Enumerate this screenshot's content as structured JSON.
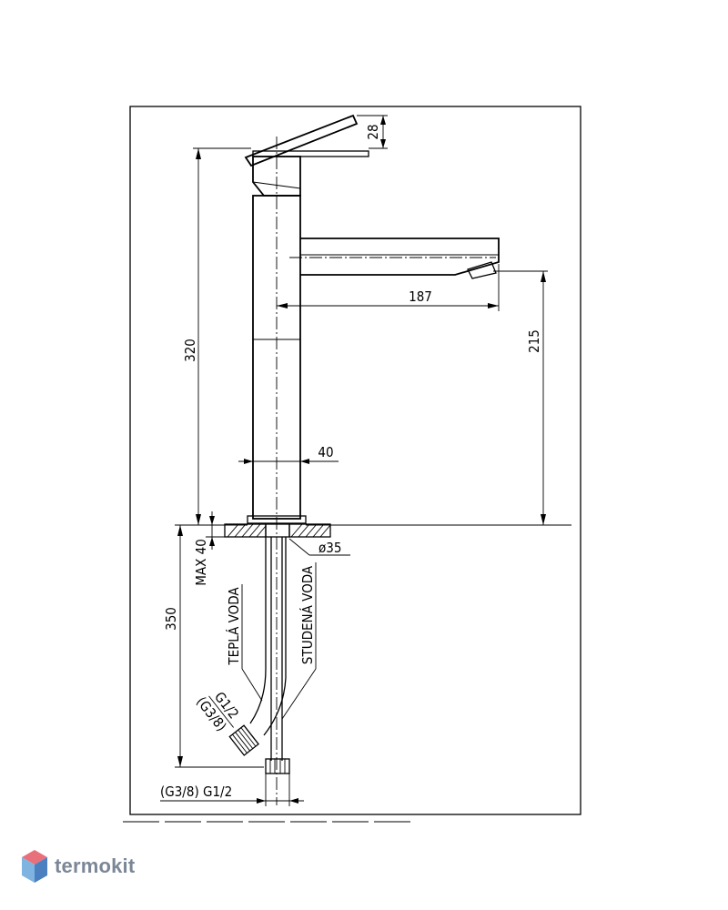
{
  "dimensions": {
    "handle_height": "28",
    "total_height": "320",
    "spout_reach": "187",
    "spout_height": "215",
    "body_width": "40",
    "max_counter": "MAX 40",
    "hole_diameter": "ø35",
    "hose_length": "350",
    "thread_main": "G1/2",
    "thread_alt": "(G3/8)",
    "thread_bottom": "(G3/8) G1/2"
  },
  "labels": {
    "hot_water": "TEPLÁ VODA",
    "cold_water": "STUDENÁ VODA"
  },
  "watermark": {
    "brand": "termokit",
    "colors": {
      "text": "#7b8797",
      "icon_top": "#e8707a",
      "icon_left": "#7fb3e0",
      "icon_right": "#4a7fc0"
    }
  }
}
